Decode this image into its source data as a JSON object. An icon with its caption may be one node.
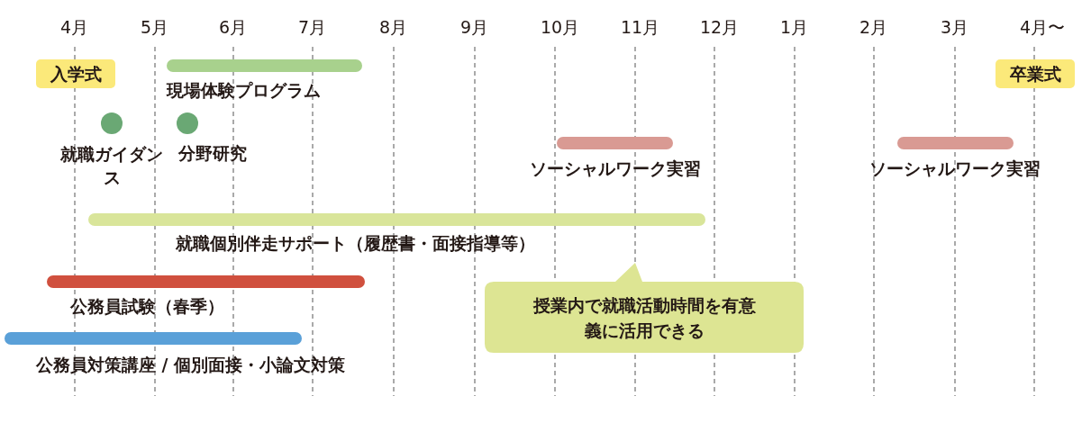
{
  "diagram": {
    "nodes": [
      {
        "text": [
          "入学式"
        ]
      },
      {
        "text": [
          "現場体験プログラム"
        ]
      },
      {
        "text": [
          "卒業式"
        ]
      },
      {
        "text": [
          "就職ガイダンス"
        ]
      },
      {
        "text": [
          "分野研究"
        ]
      },
      {
        "text": [
          "ソーシャルワーク実習"
        ]
      },
      {
        "text": [
          "ソーシャルワーク実習"
        ]
      },
      {
        "text": [
          "就職個別伴走サポート（履歴書・面接指導等）"
        ]
      },
      {
        "text": [
          "授業内で就職活動時間を有意義に活用できる"
        ]
      },
      {
        "text": [
          "公務員試験（春季）"
        ]
      },
      {
        "text": [
          "公務員対策講座 / 個別面接・小論文対策"
        ]
      }
    ],
    "labels": [
      "4月",
      "5月",
      "6月",
      "7月",
      "8月",
      "9月",
      "10月",
      "11月",
      "12月",
      "1月",
      "2月",
      "3月",
      "4月〜"
    ]
  }
}
